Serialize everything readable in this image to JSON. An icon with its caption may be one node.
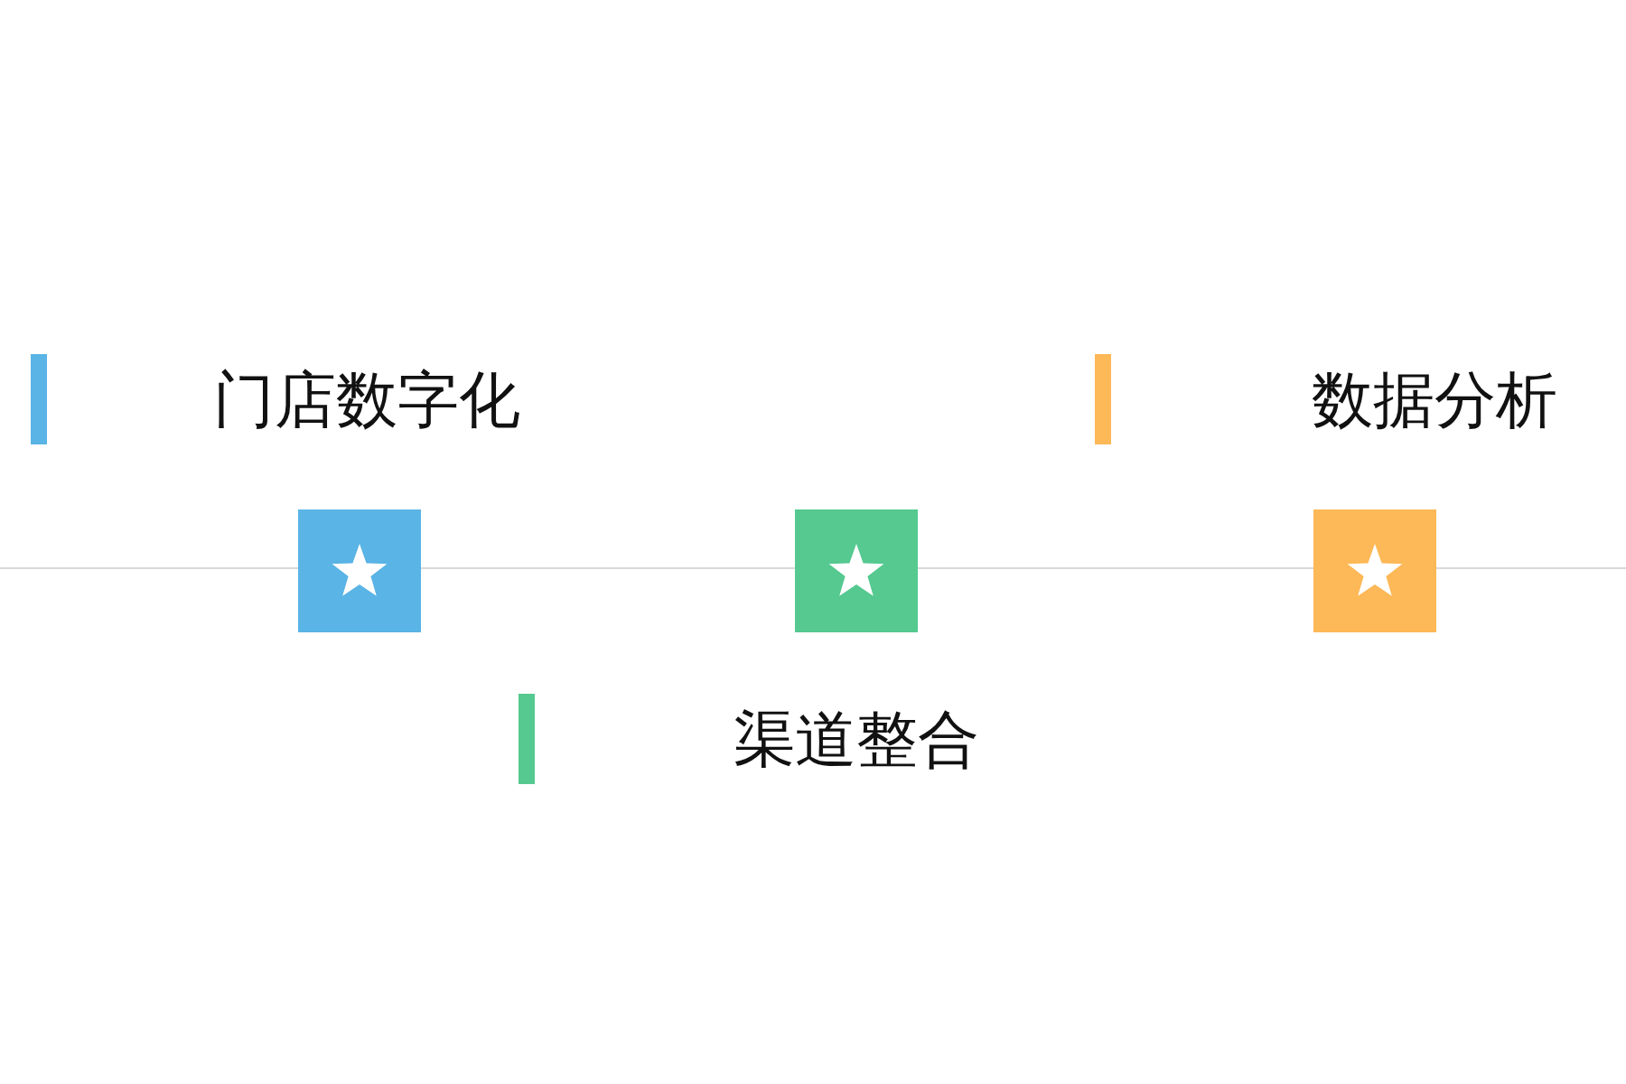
{
  "diagram": {
    "labels": [
      "门店数字化",
      "数据分析",
      "渠道整合"
    ]
  }
}
